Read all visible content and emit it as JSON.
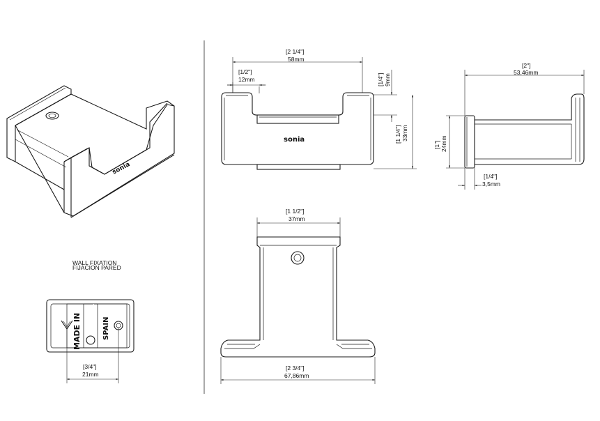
{
  "top": {
    "width_in": "[2 1/4\"]",
    "width_mm": "58mm",
    "lip_in": "[1/2\"]",
    "lip_mm": "12mm",
    "brand": "sonia"
  },
  "right_dims": {
    "step_in": "[1/4\"]",
    "step_mm": "9mm",
    "height_in": "[1 1/4\"]",
    "height_mm": "33mm"
  },
  "side": {
    "depth_in": "[2\"]",
    "depth_mm": "53,46mm",
    "height_in": "[1\"]",
    "height_mm": "24mm",
    "plate_in": "[1/4\"]",
    "plate_mm": "3,5mm"
  },
  "bottom": {
    "inner_in": "[1 1/2\"]",
    "inner_mm": "37mm",
    "outer_in": "[2 3/4\"]",
    "outer_mm": "67,86mm"
  },
  "iso": {
    "brand": "sonia"
  },
  "wall": {
    "label_en": "WALL FIXATION",
    "label_es": "FIJACION PARED",
    "made_in": "MADE IN",
    "spain": "SPAIN",
    "brand": "SONIA",
    "width_in": "[3/4\"]",
    "width_mm": "21mm"
  }
}
